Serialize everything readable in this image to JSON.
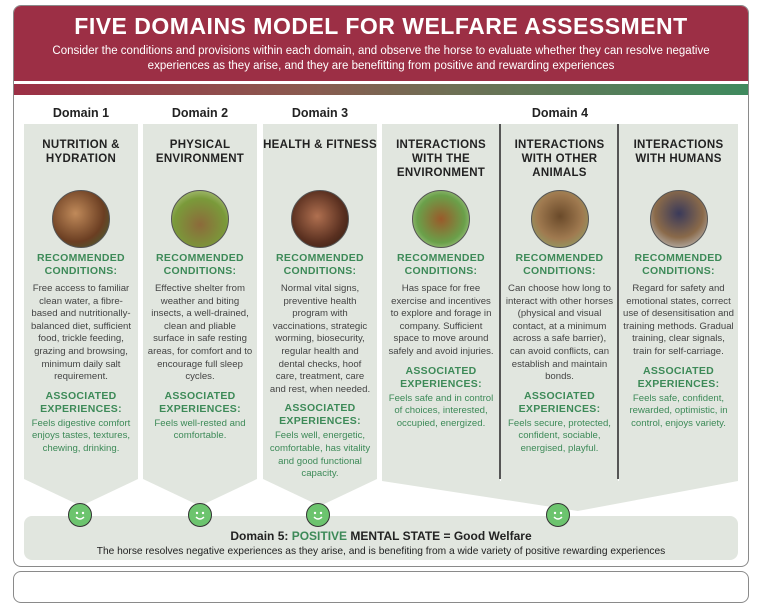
{
  "header": {
    "title": "FIVE DOMAINS MODEL FOR WELFARE ASSESSMENT",
    "subtitle": "Consider the conditions and provisions within each domain, and observe the horse to evaluate whether they can resolve negative experiences as they arise, and they are benefitting from positive and rewarding experiences"
  },
  "domains": [
    "Domain 1",
    "Domain 2",
    "Domain 3",
    "Domain 4"
  ],
  "labels": {
    "recommended": "RECOMMENDED CONDITIONS:",
    "associated": "ASSOCIATED EXPERIENCES:"
  },
  "columns": [
    {
      "title": "NUTRITION & HYDRATION",
      "conditions": "Free access to familiar clean water, a fibre-based and nutritionally-balanced diet, sufficient food, trickle feeding, grazing and browsing, minimum daily salt requirement.",
      "experiences": "Feels digestive comfort enjoys tastes, textures, chewing, drinking."
    },
    {
      "title": "PHYSICAL ENVIRONMENT",
      "conditions": "Effective shelter from weather and biting insects, a well-drained, clean and pliable surface in safe resting areas, for comfort and to encourage full sleep cycles.",
      "experiences": "Feels well-rested and comfortable."
    },
    {
      "title": "HEALTH & FITNESS",
      "conditions": "Normal vital signs, preventive health program with vaccinations, strategic worming, biosecurity, regular health and dental checks, hoof care, treatment, care and rest, when needed.",
      "experiences": "Feels well, energetic, comfortable, has vitality and good functional capacity."
    },
    {
      "title": "INTERACTIONS WITH THE ENVIRONMENT",
      "conditions": "Has space for free exercise and incentives to explore and forage in company.  Sufficient space to move around safely and avoid injuries.",
      "experiences": "Feels safe and in control of choices, interested, occupied, energized."
    },
    {
      "title": "INTERACTIONS WITH OTHER ANIMALS",
      "conditions": "Can choose how long to interact with other horses (physical and visual contact, at a minimum across a safe barrier), can avoid conflicts, can establish and maintain bonds.",
      "experiences": "Feels secure, protected, confident, sociable, energised, playful."
    },
    {
      "title": "INTERACTIONS WITH HUMANS",
      "conditions": "Regard for safety and emotional states, correct use of desensitisation and training methods. Gradual training, clear signals, train for self-carriage.",
      "experiences": "Feels safe, confident, rewarded, optimistic, in control, enjoys variety."
    }
  ],
  "domain5": {
    "prefix": "Domain 5: ",
    "positive": "POSITIVE",
    "rest": " MENTAL STATE = Good Welfare",
    "summary": "The horse resolves negative experiences as they arise, and is benefiting from a wide variety of positive rewarding experiences"
  },
  "colors": {
    "header": "#9c2f45",
    "green": "#3d8a58",
    "panel": "#e1e6df"
  }
}
